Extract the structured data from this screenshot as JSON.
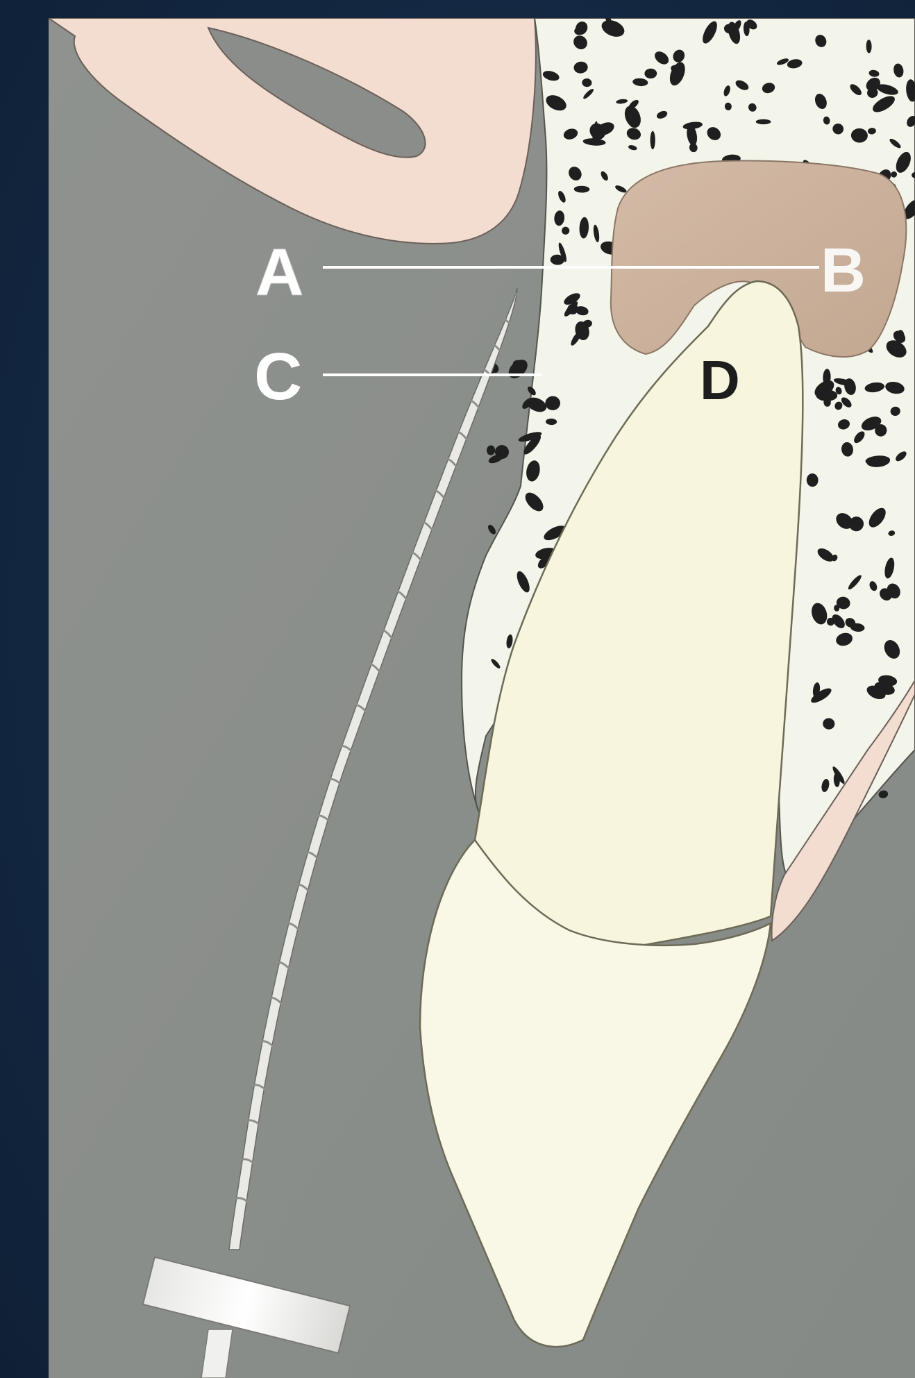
{
  "diagram": {
    "labels": {
      "a": "A",
      "b": "B",
      "c": "C",
      "d": "D"
    },
    "colors": {
      "frame": "#142a44",
      "panel": "#8e918e",
      "gingiva": "#f2ddd0",
      "bone_light": "#f3f4ea",
      "bone_spot": "#1f1f1f",
      "root_canal_filling": "#cbb19c",
      "tooth": "#f8f5de",
      "instrument": "#eeeeec",
      "label_light": "#ffffff",
      "label_dark": "#1d1d1d"
    }
  }
}
